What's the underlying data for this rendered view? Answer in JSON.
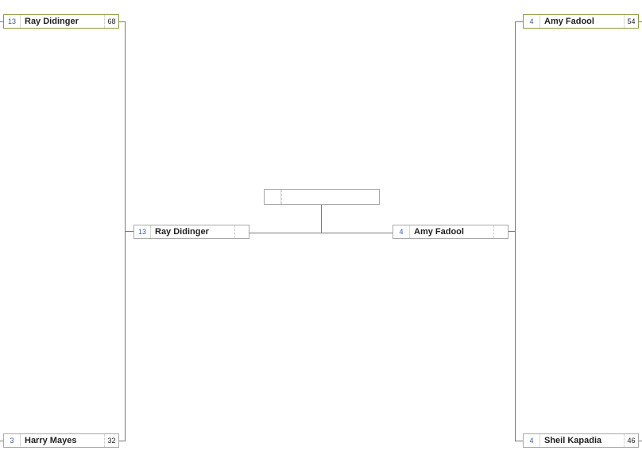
{
  "bracket": {
    "left": {
      "round1": [
        {
          "seed": "13",
          "name": "Ray Didinger",
          "score": "68"
        },
        {
          "seed": "3",
          "name": "Harry Mayes",
          "score": "32"
        }
      ],
      "semi": {
        "seed": "13",
        "name": "Ray Didinger",
        "score": ""
      }
    },
    "right": {
      "round1": [
        {
          "seed": "4",
          "name": "Amy Fadool",
          "score": "54"
        },
        {
          "seed": "4",
          "name": "Sheil Kapadia",
          "score": "46"
        }
      ],
      "semi": {
        "seed": "4",
        "name": "Amy Fadool",
        "score": ""
      }
    },
    "final": {
      "seed": "",
      "name": "",
      "score": ""
    }
  }
}
